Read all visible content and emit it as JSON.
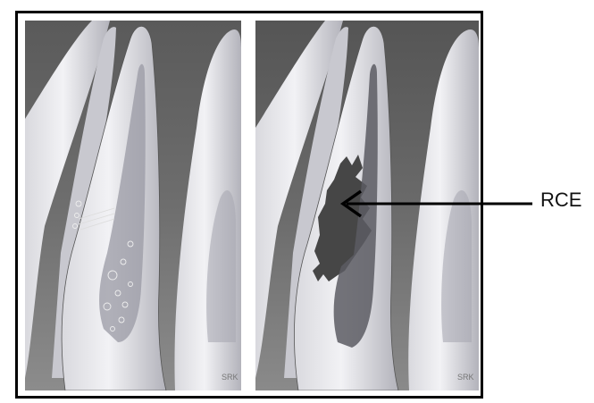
{
  "annotation": {
    "label": "RCE"
  },
  "panels": [
    {
      "id": "left",
      "signature": "SRK"
    },
    {
      "id": "right",
      "signature": "SRK"
    }
  ],
  "colors": {
    "background_dark": "#3f3f3f",
    "background_mid": "#7a7a7a",
    "tooth_light": "#e4e4e8",
    "tooth_shadow": "#b8b8c0",
    "lesion": "#4a4a4a",
    "frame": "#000000"
  }
}
